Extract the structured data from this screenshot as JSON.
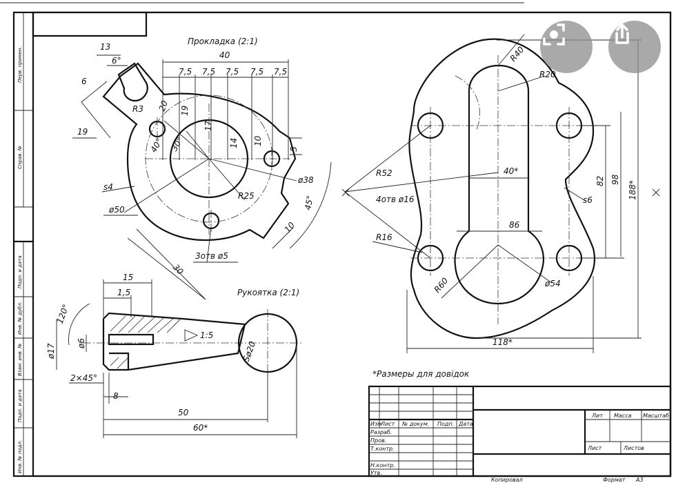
{
  "colors": {
    "ink": "#111111",
    "paper": "#ffffff",
    "fab": "#8c8c8c"
  },
  "views": {
    "gasket": {
      "title": "Прокладка (2:1)",
      "dims": {
        "w40": "40",
        "s1": "7,5",
        "s2": "7,5",
        "s3": "7,5",
        "s4": "7,5",
        "s5": "7,5",
        "d13": "13",
        "d6deg": "6°",
        "d6": "6",
        "d19": "19",
        "r3": "R3",
        "d20": "20",
        "d19v": "19",
        "d17": "17",
        "d14": "14",
        "d10": "10",
        "d5": "5",
        "phi38": "ø38",
        "r25": "R25",
        "deg45": "45°",
        "d10b": "10",
        "s4mark": "s4",
        "phi50": "ø50",
        "holes": "3отв ø5",
        "d30": "30",
        "d40deg": "40°",
        "d30deg": "30°"
      }
    },
    "handle": {
      "title": "Рукоятка (2:1)",
      "dims": {
        "d15": "15",
        "d15b": "1,5",
        "deg120": "120°",
        "phi17": "ø17",
        "phi6": "ø6",
        "cone": "1:5",
        "sphere": "Sø20",
        "chamfer": "2×45°",
        "d8": "8",
        "d50": "50",
        "d60": "60*"
      }
    },
    "plate": {
      "dims": {
        "r40": "R40",
        "r20": "R20",
        "r52": "R52",
        "w40": "40*",
        "holes": "4отв ø16",
        "r16": "R16",
        "d86": "86",
        "r60": "R60",
        "phi54": "ø54",
        "s6": "s6",
        "d82": "82",
        "d98": "98",
        "h188": "188*",
        "w118": "118*"
      }
    }
  },
  "note": "*Размеры для довідок",
  "title_block": {
    "cols": [
      "Изм",
      "Лист",
      "№ докум.",
      "Подп.",
      "Дата"
    ],
    "rows": [
      "Разраб.",
      "Пров.",
      "Т.контр.",
      "Н.контр.",
      "Утв."
    ],
    "lit": "Лит",
    "mass": "Масса",
    "scale": "Масштаб",
    "sheet": "Лист",
    "sheets": "Листов",
    "copied": "Копировал",
    "format": "Формат",
    "format_val": "А3"
  },
  "side_strip": [
    "Перв. примен.",
    "Справ. №",
    "Подп. и дата",
    "Инв. № дубл.",
    "Взам. инв. №",
    "Подп. и дата",
    "Инв. № подл."
  ],
  "fab_icons": [
    "scan-icon",
    "share-icon"
  ]
}
